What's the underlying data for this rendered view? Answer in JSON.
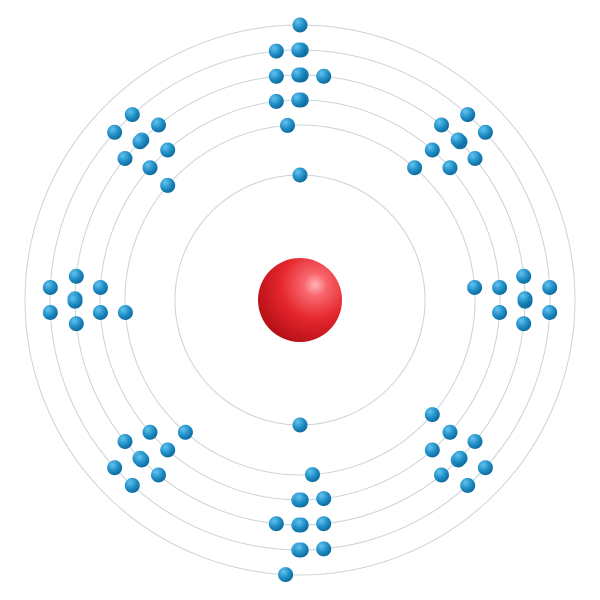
{
  "diagram": {
    "kind": "bohr-atom-model",
    "shells": 6,
    "electrons_per_shell": [
      2,
      8,
      18,
      32,
      18,
      2
    ],
    "electron_total": 80,
    "colors": {
      "nucleus": "#e8252c",
      "electron": "#1f8ec6",
      "shell": "#c9d3d9",
      "background": "#ffffff"
    }
  }
}
